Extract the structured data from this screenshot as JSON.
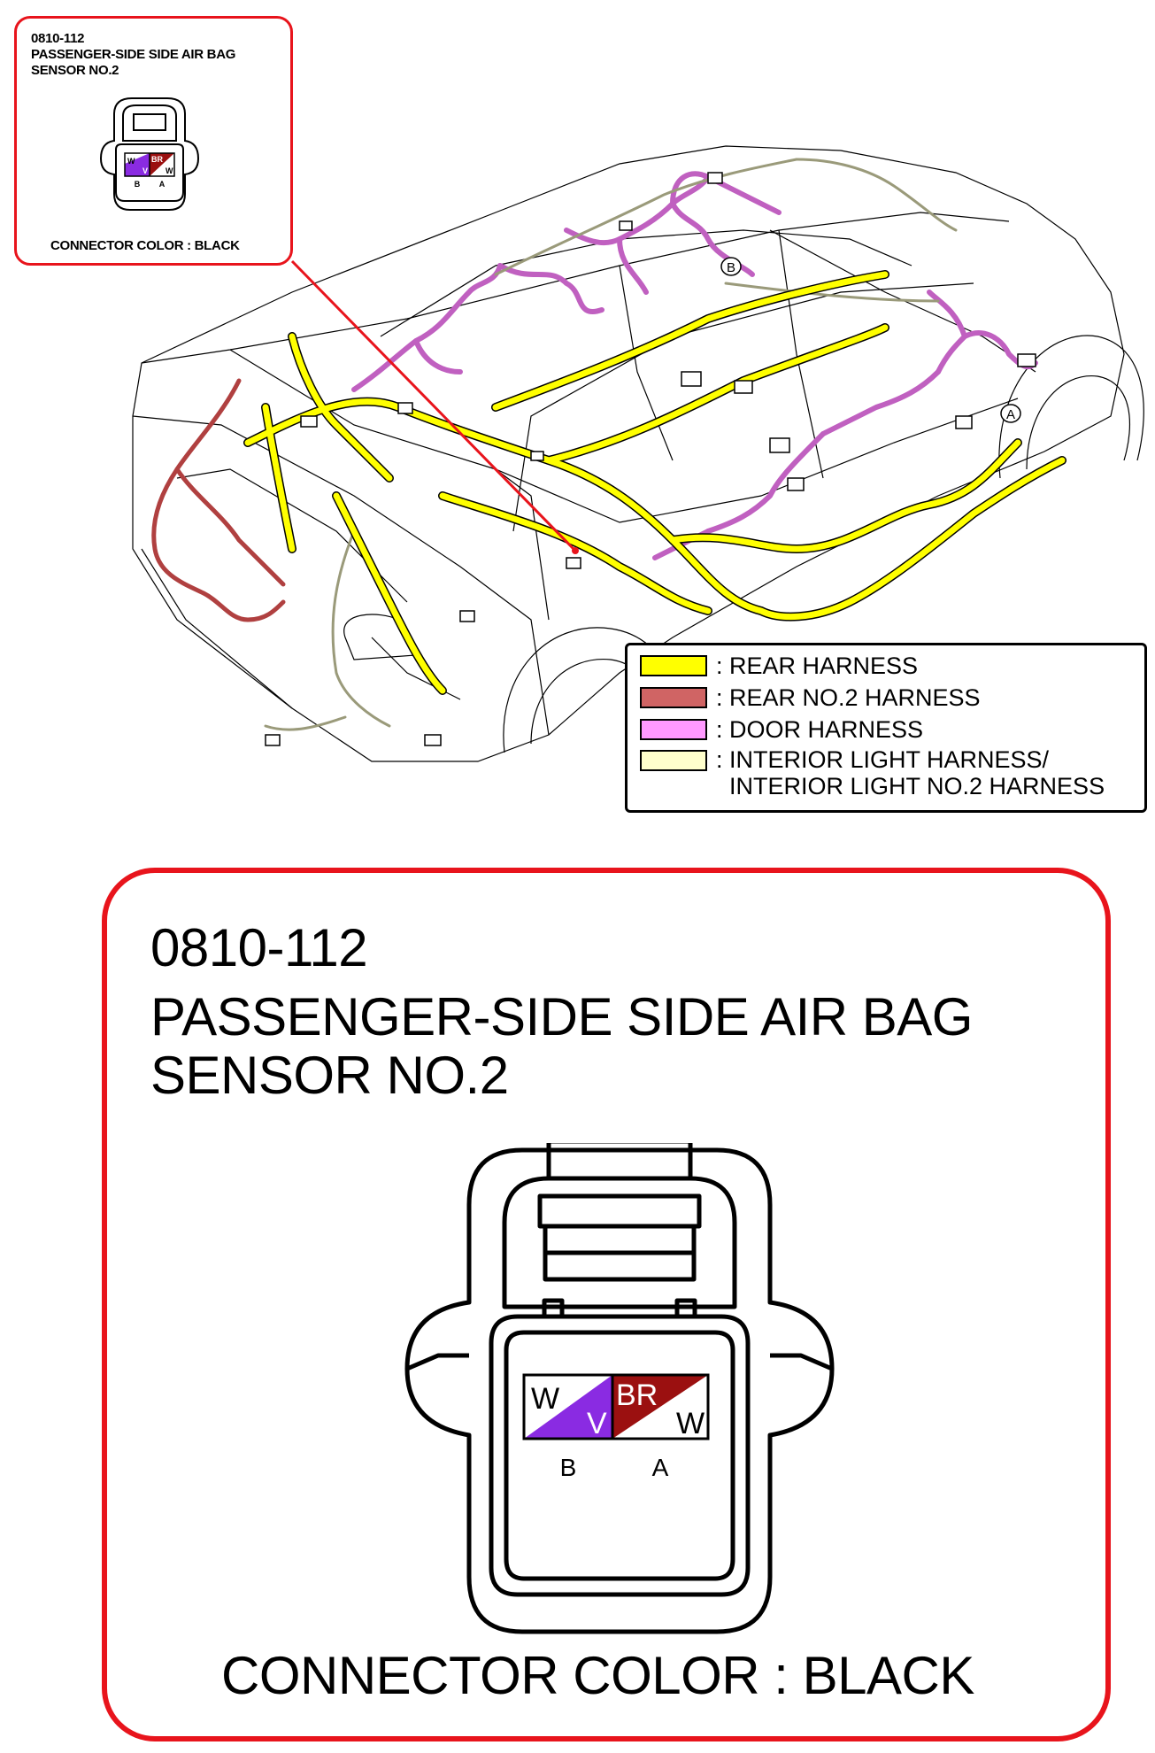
{
  "inset": {
    "code": "0810-112",
    "name_line1": "PASSENGER-SIDE SIDE AIR BAG",
    "name_line2": "SENSOR NO.2",
    "connector_color": "CONNECTOR COLOR : BLACK"
  },
  "locators": {
    "a": "A",
    "b": "B"
  },
  "legend": [
    {
      "color": "#ffff00",
      "label": ": REAR HARNESS"
    },
    {
      "color": "#d06464",
      "label": ": REAR NO.2 HARNESS"
    },
    {
      "color": "#ff99ff",
      "label": ": DOOR HARNESS"
    },
    {
      "color": "#ffffcc",
      "label": ": INTERIOR LIGHT HARNESS/\n  INTERIOR LIGHT NO.2 HARNESS"
    }
  ],
  "detail": {
    "code": "0810-112",
    "name_line1": "PASSENGER-SIDE SIDE AIR BAG",
    "name_line2": "SENSOR NO.2",
    "connector_color": "CONNECTOR COLOR : BLACK"
  },
  "pins": {
    "left": {
      "terminal": "B",
      "upper_wire": "W",
      "lower_wire": "V",
      "upper_color": "#ffffff",
      "lower_color": "#8a2be2"
    },
    "right": {
      "terminal": "A",
      "upper_wire": "BR",
      "lower_wire": "W",
      "upper_color": "#9b1010",
      "lower_color": "#ffffff"
    }
  },
  "colors": {
    "callout_red": "#e8141c",
    "rear_harness": "#ffff00",
    "rear_no2": "#b04040",
    "door": "#c060c0",
    "interior": "#f0f0c0"
  }
}
